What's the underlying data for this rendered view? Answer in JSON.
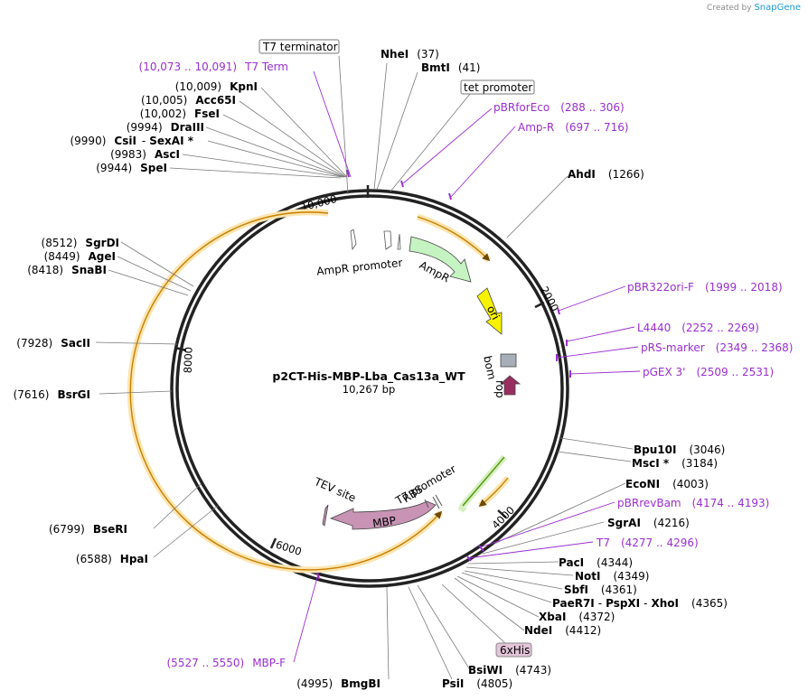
{
  "credit": {
    "prefix": "Created by",
    "brand": "SnapGene"
  },
  "plasmid": {
    "name": "p2CT-His-MBP-Lba_Cas13a_WT",
    "size": "10,267 bp"
  },
  "ruler": [
    "10,000",
    "2000",
    "4000",
    "6000",
    "8000"
  ],
  "features": {
    "ampr_promoter": "AmpR promoter",
    "ampr": "AmpR",
    "ori": "ori",
    "bom": "bom",
    "rop": "rop",
    "t7_promoter": "T7 promoter",
    "rbs": "RBS",
    "tev_site": "TEV site",
    "mbp": "MBP",
    "his": "6xHis",
    "t7_terminator": "T7 terminator",
    "tet_promoter": "tet promoter"
  },
  "sites_right": [
    {
      "name": "NheI",
      "pos": "(37)"
    },
    {
      "name": "BmtI",
      "pos": "(41)"
    },
    {
      "name": "AhdI",
      "pos": "(1266)"
    },
    {
      "name": "Bpu10I",
      "pos": "(3046)"
    },
    {
      "name": "MscI *",
      "pos": "(3184)"
    },
    {
      "name": "EcoNI",
      "pos": "(4003)"
    },
    {
      "name": "SgrAI",
      "pos": "(4216)"
    },
    {
      "name": "PacI",
      "pos": "(4344)"
    },
    {
      "name": "NotI",
      "pos": "(4349)"
    },
    {
      "name": "SbfI",
      "pos": "(4361)"
    },
    {
      "name": "XbaI",
      "pos": "(4372)"
    },
    {
      "name": "NdeI",
      "pos": "(4412)"
    },
    {
      "name": "BsiWI",
      "pos": "(4743)"
    },
    {
      "name": "PsiI",
      "pos": "(4805)"
    }
  ],
  "multi_site": {
    "n1": "PaeR7I",
    "n2": "PspXI",
    "n3": "XhoI",
    "pos": "(4365)"
  },
  "sites_left": [
    {
      "name": "KpnI",
      "pos": "(10,009)"
    },
    {
      "name": "Acc65I",
      "pos": "(10,005)"
    },
    {
      "name": "FseI",
      "pos": "(10,002)"
    },
    {
      "name": "DraIII",
      "pos": "(9994)"
    },
    {
      "name": "AscI",
      "pos": "(9983)"
    },
    {
      "name": "SpeI",
      "pos": "(9944)"
    },
    {
      "name": "SgrDI",
      "pos": "(8512)"
    },
    {
      "name": "AgeI",
      "pos": "(8449)"
    },
    {
      "name": "SnaBI",
      "pos": "(8418)"
    },
    {
      "name": "SacII",
      "pos": "(7928)"
    },
    {
      "name": "BsrGI",
      "pos": "(7616)"
    },
    {
      "name": "BseRI",
      "pos": "(6799)"
    },
    {
      "name": "HpaI",
      "pos": "(6588)"
    },
    {
      "name": "BmgBI",
      "pos": "(4995)"
    }
  ],
  "csi_line": {
    "pos": "(9990)",
    "n1": "CsiI",
    "n2": "SexAI *"
  },
  "primers": [
    {
      "name": "T7 Term",
      "range": "(10,073 .. 10,091)"
    },
    {
      "name": "pBRforEco",
      "range": "(288 .. 306)"
    },
    {
      "name": "Amp-R",
      "range": "(697 .. 716)"
    },
    {
      "name": "pBR322ori-F",
      "range": "(1999 .. 2018)"
    },
    {
      "name": "L4440",
      "range": "(2252 .. 2269)"
    },
    {
      "name": "pRS-marker",
      "range": "(2349 .. 2368)"
    },
    {
      "name": "pGEX 3'",
      "range": "(2509 .. 2531)"
    },
    {
      "name": "pBRrevBam",
      "range": "(4174 .. 4193)"
    },
    {
      "name": "T7",
      "range": "(4277 .. 4296)"
    },
    {
      "name": "MBP-F",
      "range": "(5527 .. 5550)"
    }
  ]
}
